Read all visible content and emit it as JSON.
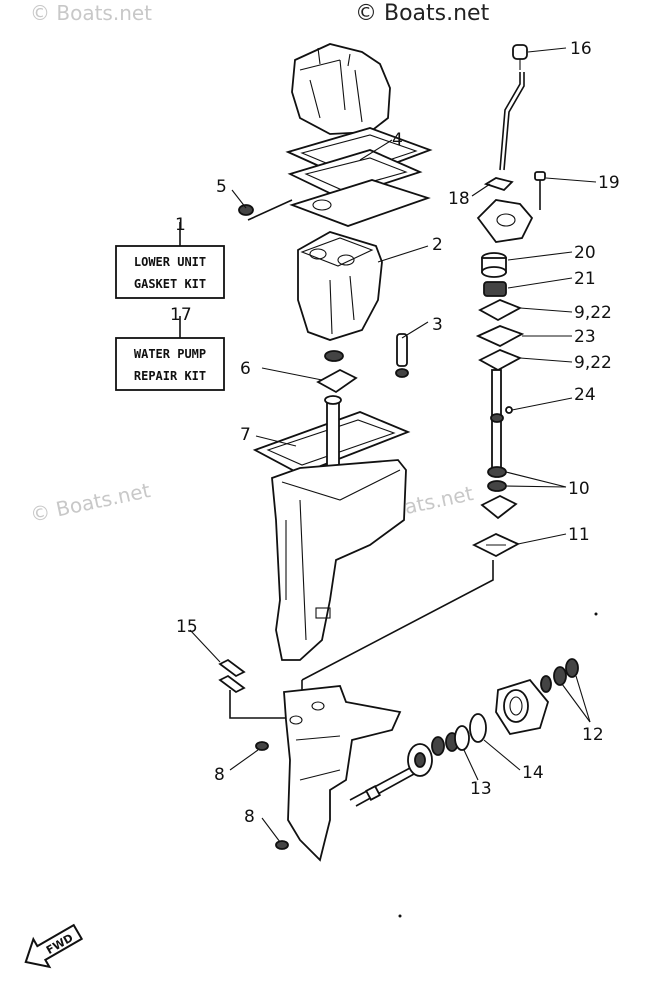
{
  "watermarks": [
    "© Boats.net",
    "© Boats.net",
    "© Boats.net",
    "© Boats.net"
  ],
  "kits": {
    "lower_unit": [
      "LOWER UNIT",
      "GASKET KIT"
    ],
    "water_pump": [
      "WATER PUMP",
      "REPAIR KIT"
    ]
  },
  "callouts": {
    "c1": "1",
    "c2": "2",
    "c3": "3",
    "c4": "4",
    "c5": "5",
    "c6": "6",
    "c7": "7",
    "c8a": "8",
    "c8b": "8",
    "c9a": "9,22",
    "c9b": "9,22",
    "c10": "10",
    "c11": "11",
    "c12": "12",
    "c13": "13",
    "c14": "14",
    "c15": "15",
    "c16": "16",
    "c17": "17",
    "c18": "18",
    "c19": "19",
    "c20": "20",
    "c21": "21",
    "c23": "23",
    "c24": "24"
  },
  "fwd_label": "FWD"
}
